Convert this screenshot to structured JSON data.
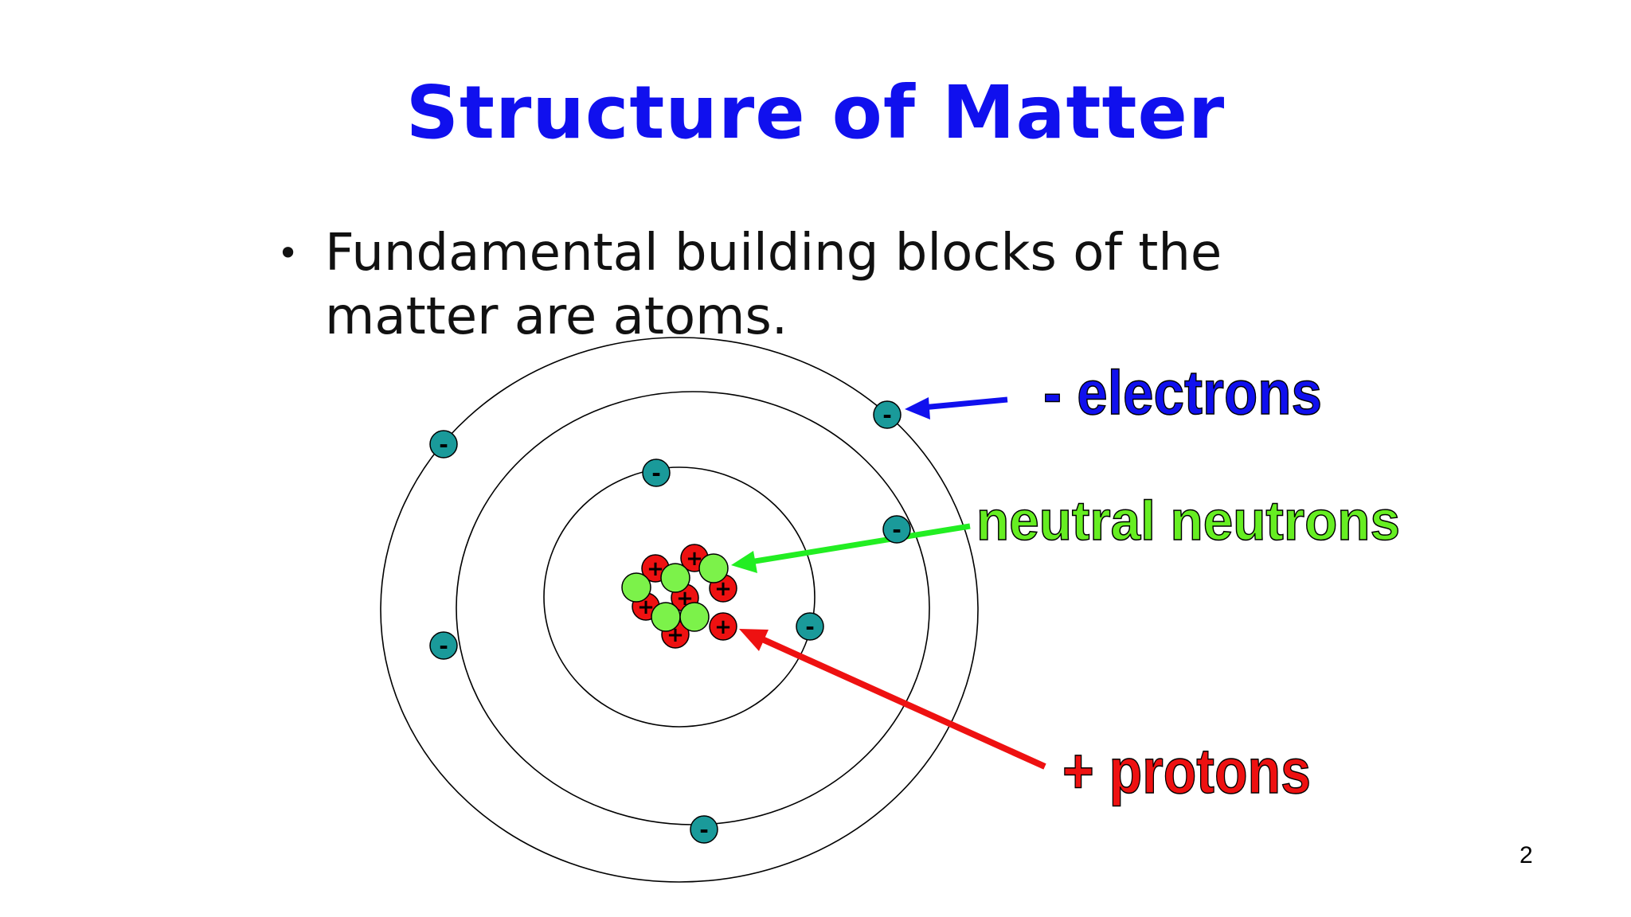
{
  "slide": {
    "title": "Structure of Matter",
    "bullet": "Fundamental building blocks of the matter are atoms.",
    "page_number": "2"
  },
  "labels": {
    "electrons": "- electrons",
    "neutrons": "neutral neutrons",
    "protons": "+ protons"
  },
  "symbols": {
    "electron": "-",
    "proton": "+"
  },
  "colors": {
    "title": "#1010ee",
    "electron_fill": "#1a9a9a",
    "proton_fill": "#ee1111",
    "neutron_fill": "#7cf24a",
    "electrons_label": "#1010ee",
    "neutrons_label": "#66ee22",
    "protons_label": "#ee1111"
  }
}
